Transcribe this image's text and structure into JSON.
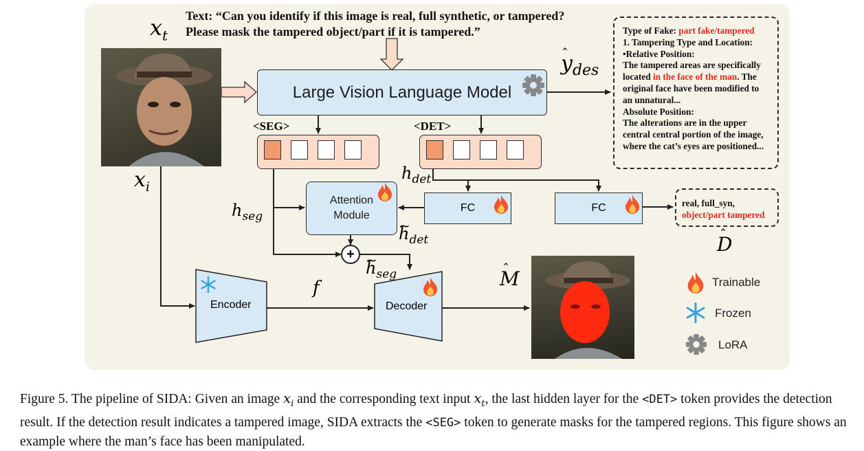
{
  "diagram": {
    "prompt_symbol": "x",
    "prompt_sub": "t",
    "prompt_text": "Text: “Can you identify if this image is real, full synthetic, or tampered? Please mask the tampered object/part if it is tampered.”",
    "input_symbol": "x",
    "input_sub": "i",
    "lvlm_label": "Large Vision Language Model",
    "output_symbol": "y",
    "output_sub": "des",
    "seg_token": "<SEG>",
    "det_token": "<DET>",
    "h_seg": "h",
    "h_seg_sub": "seg",
    "h_det": "h",
    "h_det_sub": "det",
    "h_det_tilde": "h",
    "h_det_tilde_sub": "det",
    "h_seg_tilde": "h",
    "h_seg_tilde_sub": "seg",
    "attention_label_1": "Attention",
    "attention_label_2": "Module",
    "fc_label": "FC",
    "fc2_label": "FC",
    "encoder_label": "Encoder",
    "decoder_label": "Decoder",
    "feature_symbol": "f",
    "mask_symbol": "M",
    "detect_symbol": "D",
    "plus_symbol": "+",
    "description": {
      "type_label": "Type of Fake: ",
      "type_value": "part fake/tampered",
      "line1": "1. Tampering Type and Location:",
      "line2": "•Relative Position:",
      "line3a": "The tampered areas are specifically located ",
      "line3b": "in the face of the man",
      "line3c": ". The original face have been modified to an unnatural...",
      "line4": "Absolute Position:",
      "line5": "The alterations are in the upper central central portion of the image, where the cat’s eyes are positioned..."
    },
    "detection_output": {
      "line1": "real, full_syn,",
      "line2": "object/part tampered"
    },
    "legend": [
      {
        "label": "Trainable",
        "icon": "fire-icon"
      },
      {
        "label": "Frozen",
        "icon": "snowflake-icon"
      },
      {
        "label": "LoRA",
        "icon": "gear-icon"
      }
    ],
    "colors": {
      "panel": "#f5f2e7",
      "module_blue": "#d6e9f5",
      "token_peach": "#fbdccb",
      "token_active": "#f29a6c",
      "highlight_red": "#e8261f"
    }
  },
  "caption": {
    "p1": "Figure 5. The pipeline of SIDA: Given an image ",
    "xi": "x",
    "xi_sub": "i",
    "p2": " and the corresponding text input ",
    "xt": "x",
    "xt_sub": "t",
    "p3": ", the last hidden layer for the ",
    "det": "<DET>",
    "p4": " token provides the detection result. If the detection result indicates a tampered image, SIDA extracts the ",
    "seg": "<SEG>",
    "p5": " token to generate masks for the tampered regions. This figure shows an example where the man’s face has been manipulated."
  }
}
